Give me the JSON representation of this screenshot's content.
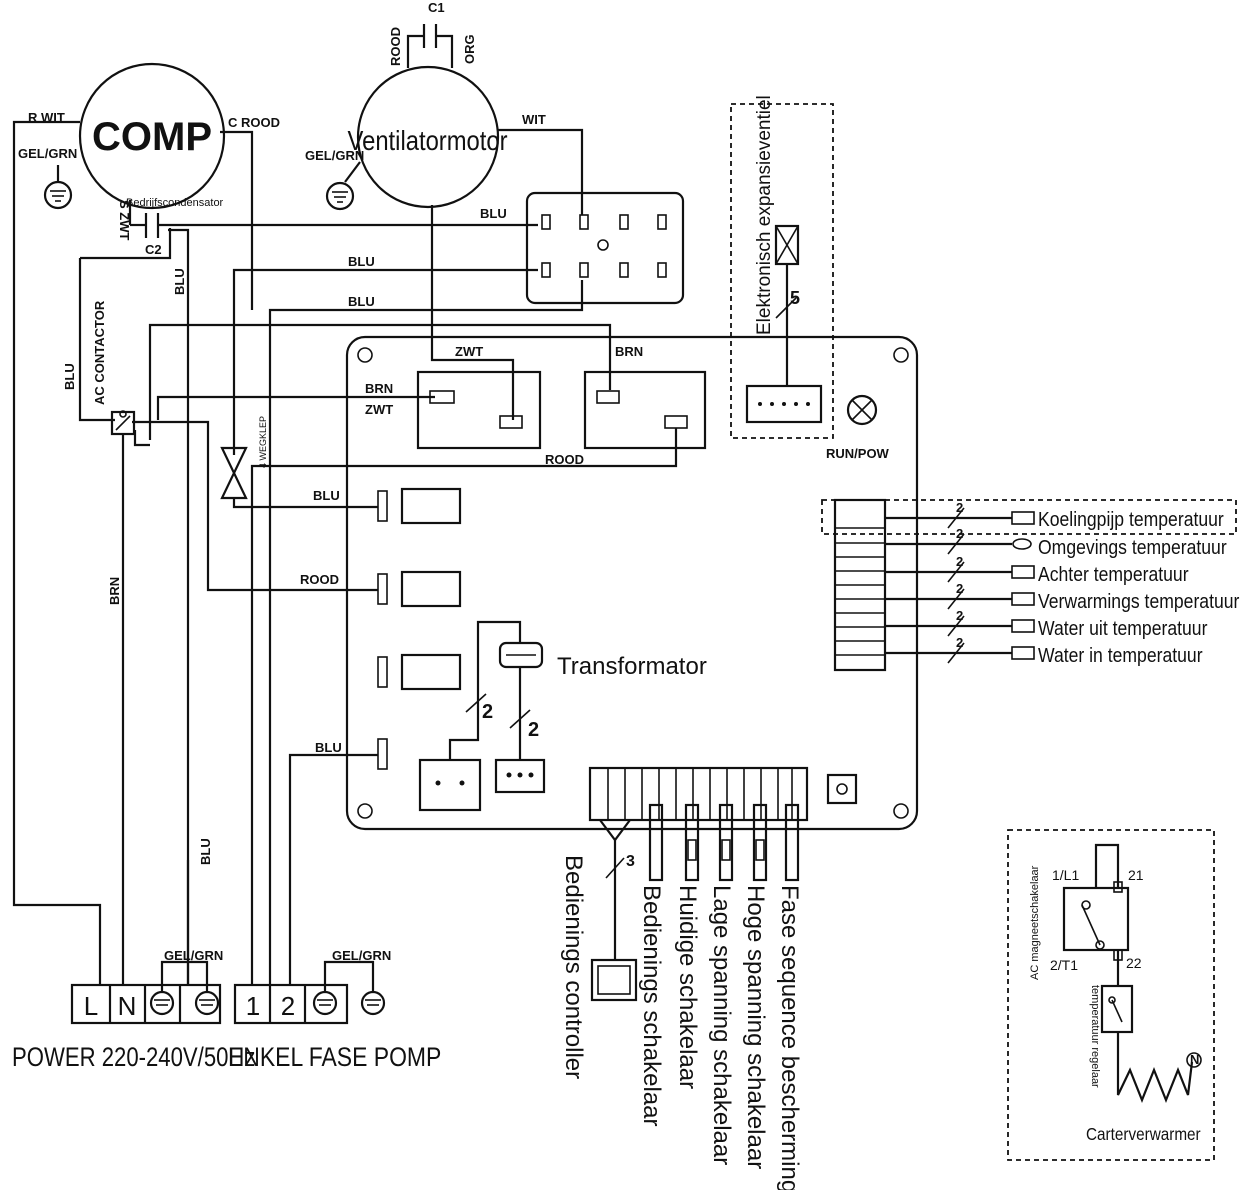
{
  "components": {
    "comp": "COMP",
    "fan": "Ventilatormotor",
    "c1": "C1",
    "c2": "C2",
    "run_cap": "Bedrijfscondensator",
    "ac_contactor": "AC CONTACTOR",
    "four_way": "4 WEGKLEP",
    "transformer": "Transformator",
    "exp_valve": "Elektronisch expansieventiel",
    "run_pow": "RUN/POW",
    "crankcase": "Carterverwarmer",
    "ac_switch": "AC magneetschakelaar",
    "thermostat": "temperatuur regelaar"
  },
  "wire_labels": {
    "r_wit": "R WIT",
    "c_rood": "C ROOD",
    "s_zwt": "S ZWT",
    "gel_grn": "GEL/GRN",
    "rood": "ROOD",
    "org": "ORG",
    "wit": "WIT",
    "blu": "BLU",
    "brn": "BRN",
    "zwt": "ZWT",
    "wire_count_5": "5",
    "wire_count_2": "2",
    "wire_count_3": "3"
  },
  "sensors": [
    "Koelingpijp temperatuur",
    "Omgevings temperatuur",
    "Achter temperatuur",
    "Verwarmings temperatuur",
    "Water uit temperatuur",
    "Water in temperatuur"
  ],
  "switches": [
    "Bedienings controller",
    "Bedienings schakelaar",
    "Huidige schakelaar",
    "Lage spanning schakelaar",
    "Hoge spanning schakelaar",
    "Fase sequence bescherming"
  ],
  "terminals": {
    "L": "L",
    "N": "N",
    "one": "1",
    "two": "2",
    "power_label": "POWER 220-240V/50Hz",
    "pump_label": "ENKEL FASE POMP",
    "l1": "1/L1",
    "t1": "2/T1",
    "t21": "21",
    "t22": "22",
    "n_mark": "N"
  },
  "colors": {
    "line": "#111111",
    "background": "#ffffff"
  }
}
